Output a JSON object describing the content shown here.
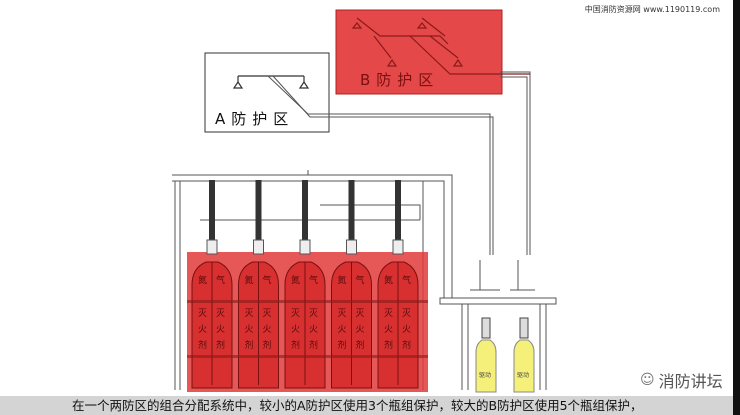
{
  "header": {
    "site_watermark": "中国消防资源网 www.1190119.com"
  },
  "zones": {
    "a_label": "A防护区",
    "b_label": "B防护区",
    "b_color": "#e23a3a"
  },
  "cylinders": {
    "agent_cylinder_count": 5,
    "agent_text_top": [
      "氮",
      "气"
    ],
    "agent_text_body": [
      "灭",
      "火",
      "剂"
    ],
    "driver_cylinder_count": 2,
    "driver_label": "驱动",
    "highlight_color": "#e23a3a",
    "driver_color": "#f5f07a"
  },
  "brand": {
    "name": "消防讲坛",
    "icon": "wechat-icon"
  },
  "caption": {
    "text": "在一个两防区的组合分配系统中，较小的A防护区使用3个瓶组保护，较大的B防护区使用5个瓶组保护，"
  }
}
